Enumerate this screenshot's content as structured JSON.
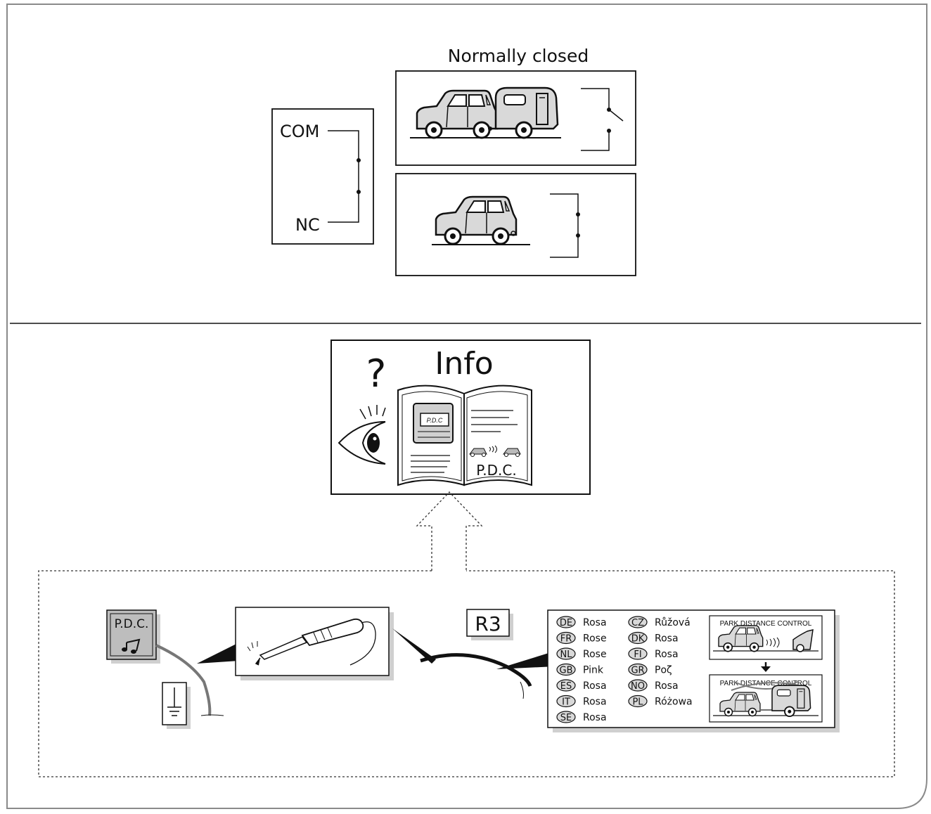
{
  "colors": {
    "frame": "#8a8a8a",
    "ink": "#111111",
    "car_fill": "#d9d9d9",
    "shadow": "#cfcfcf",
    "badge_fill": "#bdbdbd"
  },
  "switch_diagram": {
    "title": "Normally closed",
    "com_label": "COM",
    "nc_label": "NC"
  },
  "info_panel": {
    "question_mark": "?",
    "title": "Info",
    "book_badge": "P.D.C",
    "book_label": "P.D.C."
  },
  "install_panel": {
    "module_label": "P.D.C.",
    "module_icon": "music-note-icon",
    "ground_icon": "ground-symbol-icon",
    "tool_icon": "soldering-iron-icon",
    "wire_code": "R3",
    "colors_left": [
      {
        "code": "DE",
        "name": "Rosa"
      },
      {
        "code": "FR",
        "name": "Rose"
      },
      {
        "code": "NL",
        "name": "Rose"
      },
      {
        "code": "GB",
        "name": "Pink"
      },
      {
        "code": "ES",
        "name": "Rosa"
      },
      {
        "code": "IT",
        "name": "Rosa"
      },
      {
        "code": "SE",
        "name": "Rosa"
      }
    ],
    "colors_right": [
      {
        "code": "CZ",
        "name": "Růžová"
      },
      {
        "code": "DK",
        "name": "Rosa"
      },
      {
        "code": "FI",
        "name": "Rosa"
      },
      {
        "code": "GR",
        "name": "Ροζ"
      },
      {
        "code": "NO",
        "name": "Rosa"
      },
      {
        "code": "PL",
        "name": "Różowa"
      }
    ],
    "pdc_top_caption": "PARK DISTANCE CONTROL",
    "pdc_bottom_caption": "PARK DISTANCE CONTROL"
  }
}
